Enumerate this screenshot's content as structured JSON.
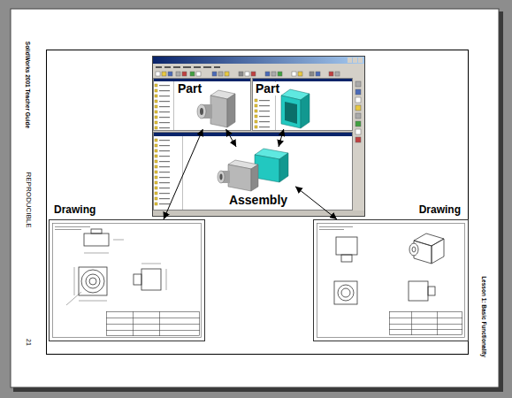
{
  "diagram": {
    "nodes": [
      {
        "text": [
          "Part"
        ]
      },
      {
        "text": [
          "Part"
        ]
      },
      {
        "text": [
          "Assembly"
        ]
      },
      {
        "text": [
          "Drawing"
        ]
      },
      {
        "text": [
          "Drawing"
        ]
      }
    ],
    "edges": [
      {
        "from": 0,
        "to": 2,
        "arrow": "both"
      },
      {
        "from": 1,
        "to": 2,
        "arrow": "both"
      },
      {
        "from": 0,
        "to": 3,
        "arrow": "both"
      },
      {
        "from": 2,
        "to": 4,
        "arrow": "both"
      }
    ],
    "labels": [
      "SolidWorks 2001 Teacher Guide",
      "REPRODUCIBLE",
      "21",
      "Lesson 1: Basic Functionality"
    ]
  }
}
